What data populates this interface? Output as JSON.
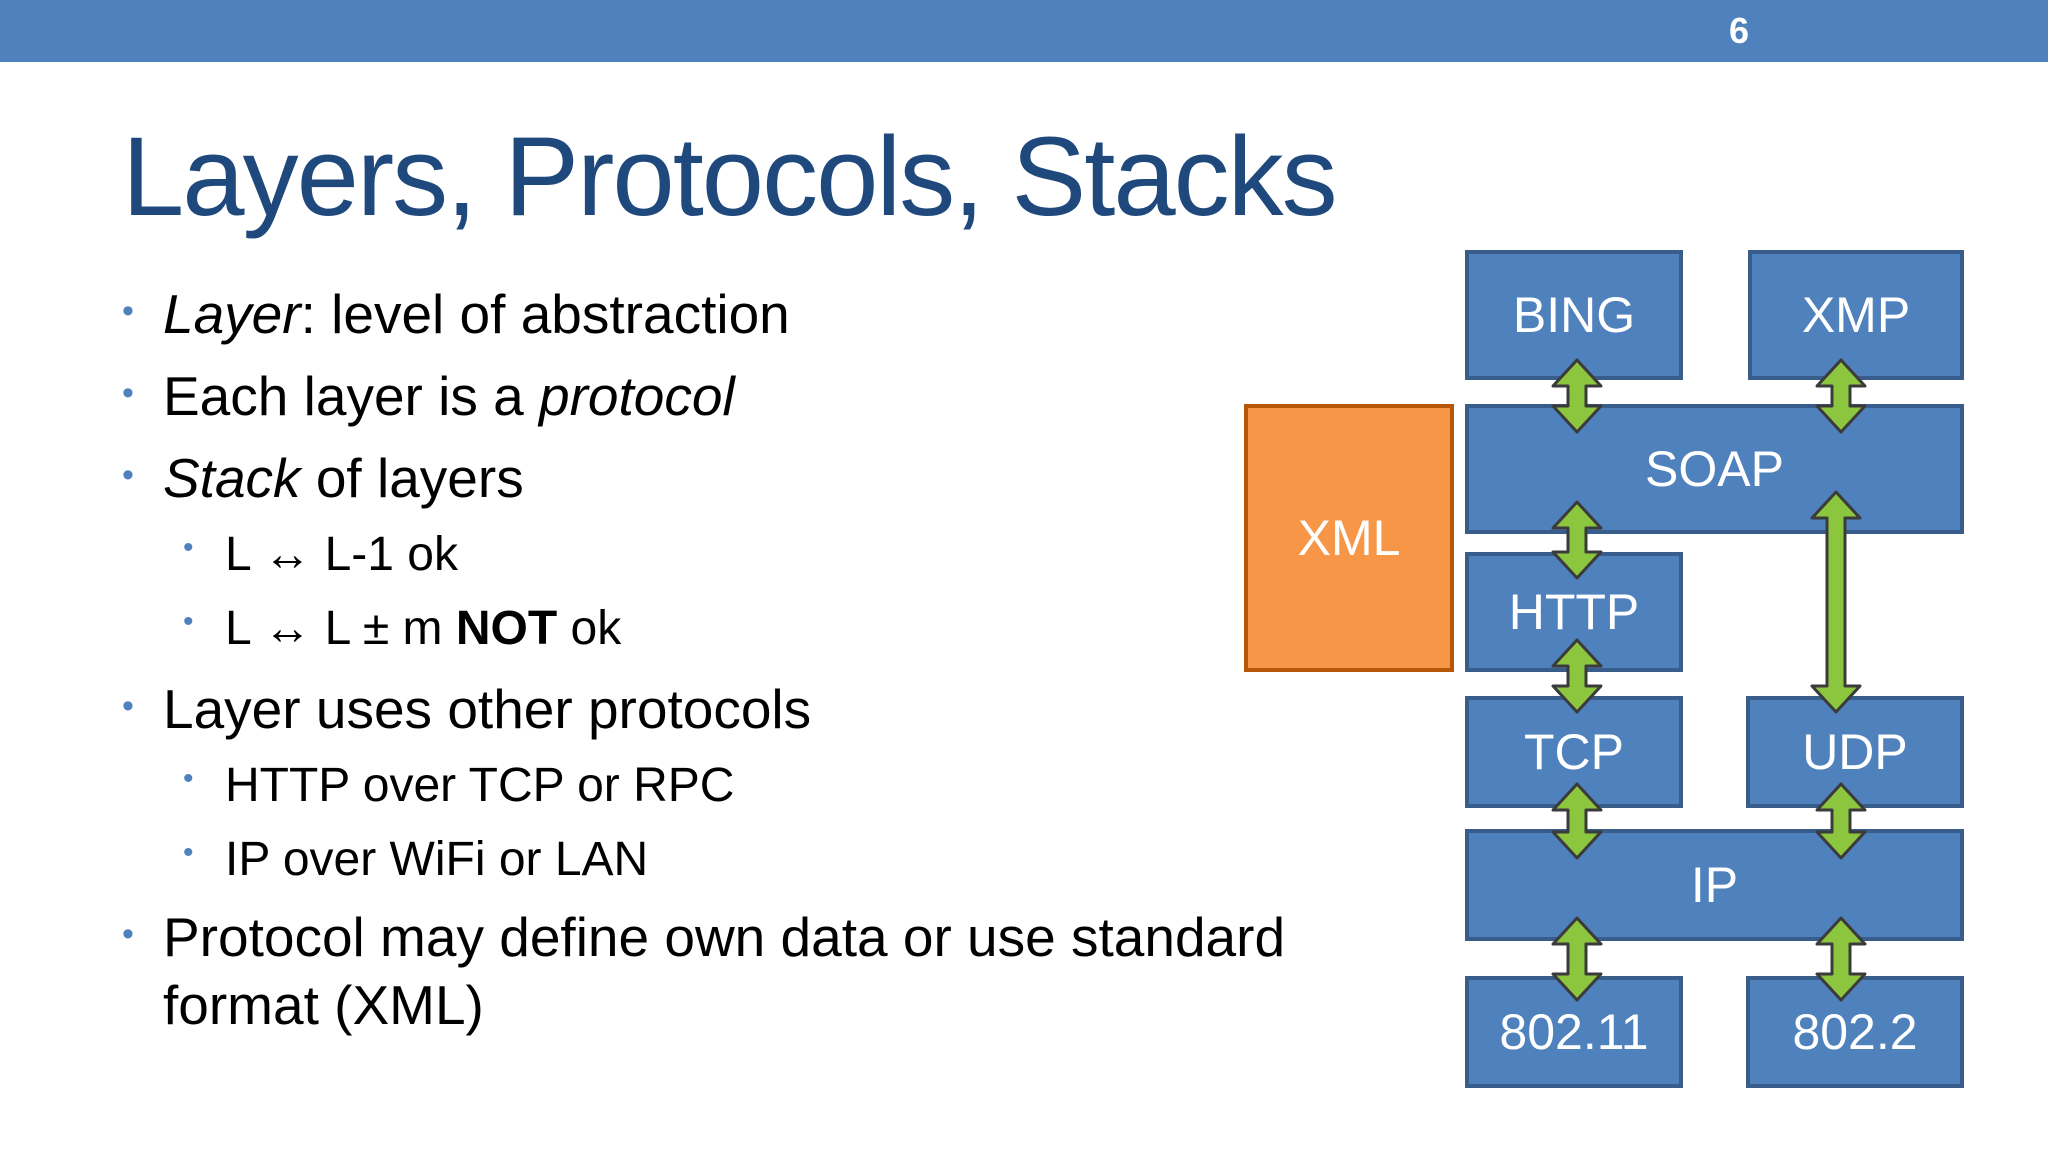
{
  "slide": {
    "number": "6",
    "title": "Layers, Protocols, Stacks"
  },
  "colors": {
    "header_bar": "#4f81bd",
    "title_text": "#1f497d",
    "bullet_dot": "#4f81bd",
    "box_fill": "#4f81bd",
    "box_border": "#385d8a",
    "xml_fill": "#f79646",
    "xml_border": "#b65708",
    "arrow_fill": "#8cc63f",
    "arrow_border": "#3b3b3b"
  },
  "bullets": {
    "b1": {
      "term": "Layer",
      "rest": ": level of abstraction"
    },
    "b2": {
      "text": "Each layer is a ",
      "term": "protocol"
    },
    "b3": {
      "term": "Stack",
      "rest": " of layers"
    },
    "b3a": {
      "text": "L ↔ L-1 ok"
    },
    "b3b": {
      "text": "L ↔ L ± m ",
      "strong": "NOT",
      "rest": " ok"
    },
    "b4": {
      "text": "Layer uses other protocols"
    },
    "b4a": {
      "text": "HTTP over TCP or RPC"
    },
    "b4b": {
      "text": "IP over WiFi or LAN"
    },
    "b5": {
      "line1": "Protocol may define own data or use standard",
      "line2": "format (XML)"
    }
  },
  "diagram": {
    "boxes": {
      "bing": "BING",
      "xmp": "XMP",
      "xml": "XML",
      "soap": "SOAP",
      "http": "HTTP",
      "tcp": "TCP",
      "udp": "UDP",
      "ip": "IP",
      "wifi": "802.11",
      "lan": "802.2"
    }
  }
}
